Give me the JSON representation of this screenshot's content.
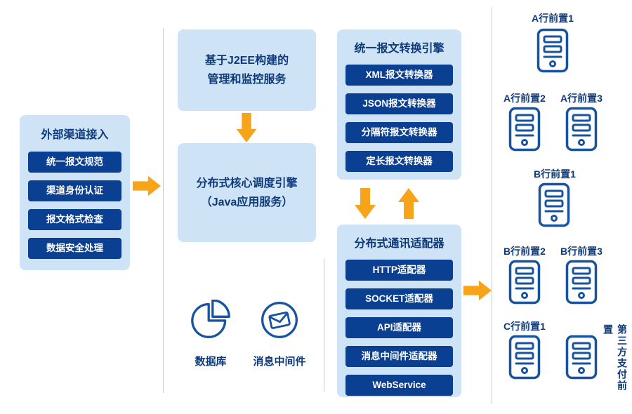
{
  "colors": {
    "panel_bg": "#cee4f6",
    "btn_bg": "#0b3f91",
    "btn_text": "#ffffff",
    "title_color": "#0e3a7b",
    "arrow_color": "#f7a41b",
    "icon_stroke": "#17539f",
    "divider_color": "#c9cdd1",
    "label_color": "#0e3a7b"
  },
  "left_panel": {
    "title": "外部渠道接入",
    "items": [
      "统一报文规范",
      "渠道身份认证",
      "报文格式检查",
      "数据安全处理"
    ]
  },
  "management_box": {
    "lines": [
      "基于J2EE构建的",
      "管理和监控服务"
    ]
  },
  "core_engine_box": {
    "lines": [
      "分布式核心调度引擎",
      "（Java应用服务）"
    ]
  },
  "infrastructure": {
    "database_label": "数据库",
    "middleware_label": "消息中间件"
  },
  "converter_panel": {
    "title": "统一报文转换引擎",
    "items": [
      "XML报文转换器",
      "JSON报文转换器",
      "分隔符报文转换器",
      "定长报文转换器"
    ]
  },
  "adapter_panel": {
    "title": "分布式通讯适配器",
    "items": [
      "HTTP适配器",
      "SOCKET适配器",
      "API适配器",
      "消息中间件适配器",
      "WebService"
    ]
  },
  "servers": {
    "a1": "A行前置1",
    "a2": "A行前置2",
    "a3": "A行前置3",
    "b1": "B行前置1",
    "b2": "B行前置2",
    "b3": "B行前置3",
    "c1": "C行前置1",
    "third_party": "第三方支付前置"
  }
}
